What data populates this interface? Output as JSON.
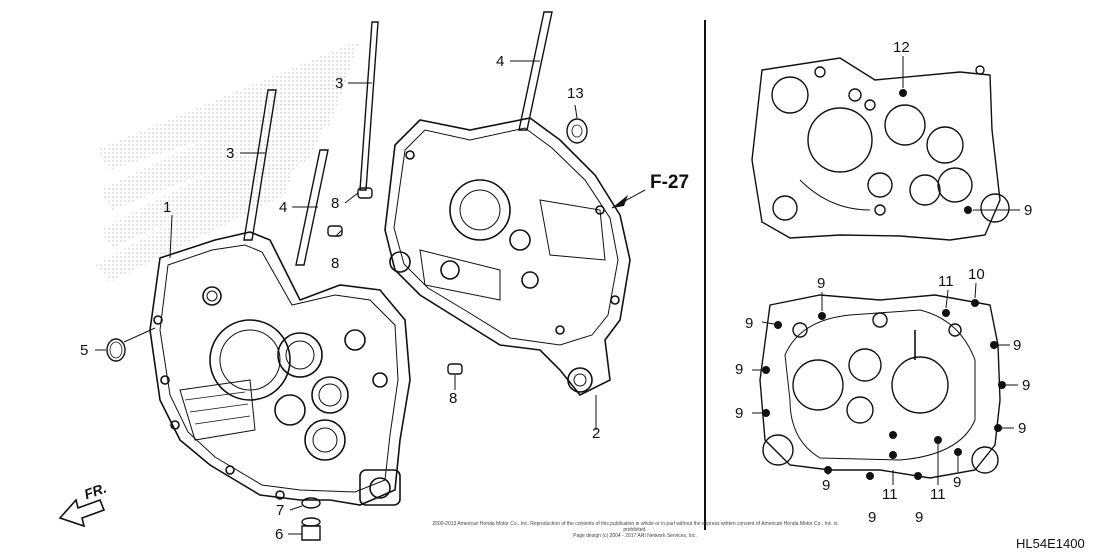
{
  "diagram": {
    "parts": {
      "p1": "1",
      "p2": "2",
      "p3a": "3",
      "p3b": "3",
      "p4a": "4",
      "p4b": "4",
      "p5": "5",
      "p6": "6",
      "p7": "7",
      "p8a": "8",
      "p8b": "8",
      "p8c": "8",
      "p9": "9",
      "p10": "10",
      "p11": "11",
      "p12": "12",
      "p13": "13"
    },
    "reference": "F-27",
    "front_label": "FR.",
    "diagram_code": "HL54E1400",
    "copyright_line1": "2000-2013 American Honda Motor Co., Inc. Reproduction of the contents of this publication in whole or in part without the express written consent of American Honda Motor Co., Inc. is prohibited.",
    "copyright_line2": "Page design (c) 2004 - 2017 ARI Network Services, Inc.",
    "colors": {
      "line": "#111111",
      "halftone": "#c8c8c8"
    }
  }
}
